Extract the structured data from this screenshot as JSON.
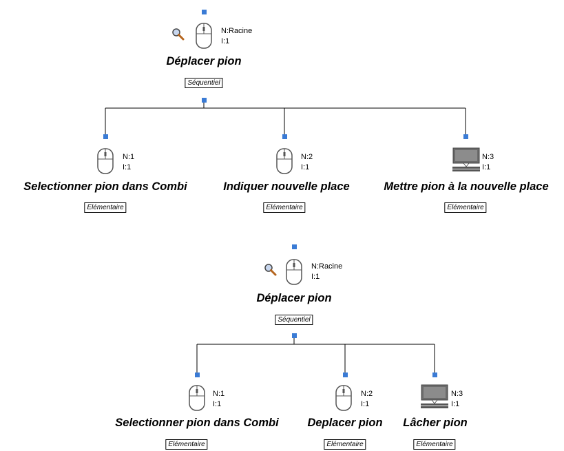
{
  "trees": [
    {
      "root": {
        "name": "Déplacer pion",
        "n_label": "N:Racine",
        "i_label": "I:1",
        "operator": "Séquentiel",
        "icon": "mouse-icon",
        "zoom_icon": "magnifier-icon"
      },
      "children": [
        {
          "name": "Selectionner pion dans Combi",
          "n_label": "N:1",
          "i_label": "I:1",
          "operator": "Elémentaire",
          "icon": "mouse-icon"
        },
        {
          "name": "Indiquer nouvelle place",
          "n_label": "N:2",
          "i_label": "I:1",
          "operator": "Elémentaire",
          "icon": "mouse-icon"
        },
        {
          "name": "Mettre pion à la nouvelle place",
          "n_label": "N:3",
          "i_label": "I:1",
          "operator": "Elémentaire",
          "icon": "computer-icon"
        }
      ]
    },
    {
      "root": {
        "name": "Déplacer pion",
        "n_label": "N:Racine",
        "i_label": "I:1",
        "operator": "Séquentiel",
        "icon": "mouse-icon",
        "zoom_icon": "magnifier-icon"
      },
      "children": [
        {
          "name": "Selectionner pion dans Combi",
          "n_label": "N:1",
          "i_label": "I:1",
          "operator": "Elémentaire",
          "icon": "mouse-icon"
        },
        {
          "name": "Deplacer pion",
          "n_label": "N:2",
          "i_label": "I:1",
          "operator": "Elémentaire",
          "icon": "mouse-icon"
        },
        {
          "name": "Lâcher pion",
          "n_label": "N:3",
          "i_label": "I:1",
          "operator": "Elémentaire",
          "icon": "computer-icon"
        }
      ]
    }
  ],
  "colors": {
    "port": "#3a7bd5",
    "line": "#000000",
    "icon_stroke": "#555555",
    "computer_fill": "#6b6b6b"
  }
}
